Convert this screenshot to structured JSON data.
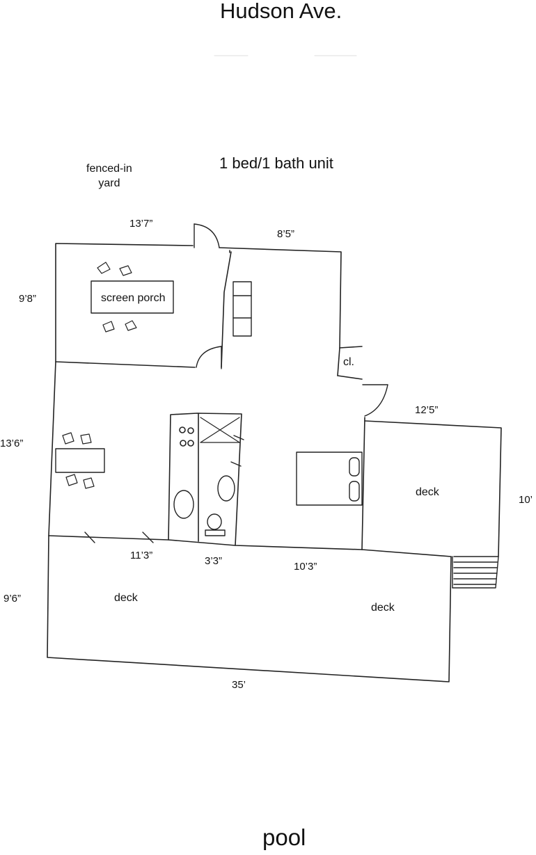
{
  "title": "Hudson Ave.",
  "subtitle": "1 bed/1 bath unit",
  "bottom_label": "pool",
  "yard_label": [
    "fenced-in",
    "yard"
  ],
  "rooms": {
    "screen_porch": "screen porch",
    "closet": "cl.",
    "deck_right": "deck",
    "deck_left": "deck",
    "deck_center": "deck"
  },
  "dimensions": {
    "porch_width": "13’7”",
    "kitchen_width": "8’5”",
    "porch_height": "9’8”",
    "deck_right_width": "12’5”",
    "living_height": "13’6”",
    "deck_right_height": "10’",
    "living_width": "11’3”",
    "bath_width": "3’3”",
    "bedroom_width": "10’3”",
    "deck_height": "9’6”",
    "total_width": "35’"
  }
}
